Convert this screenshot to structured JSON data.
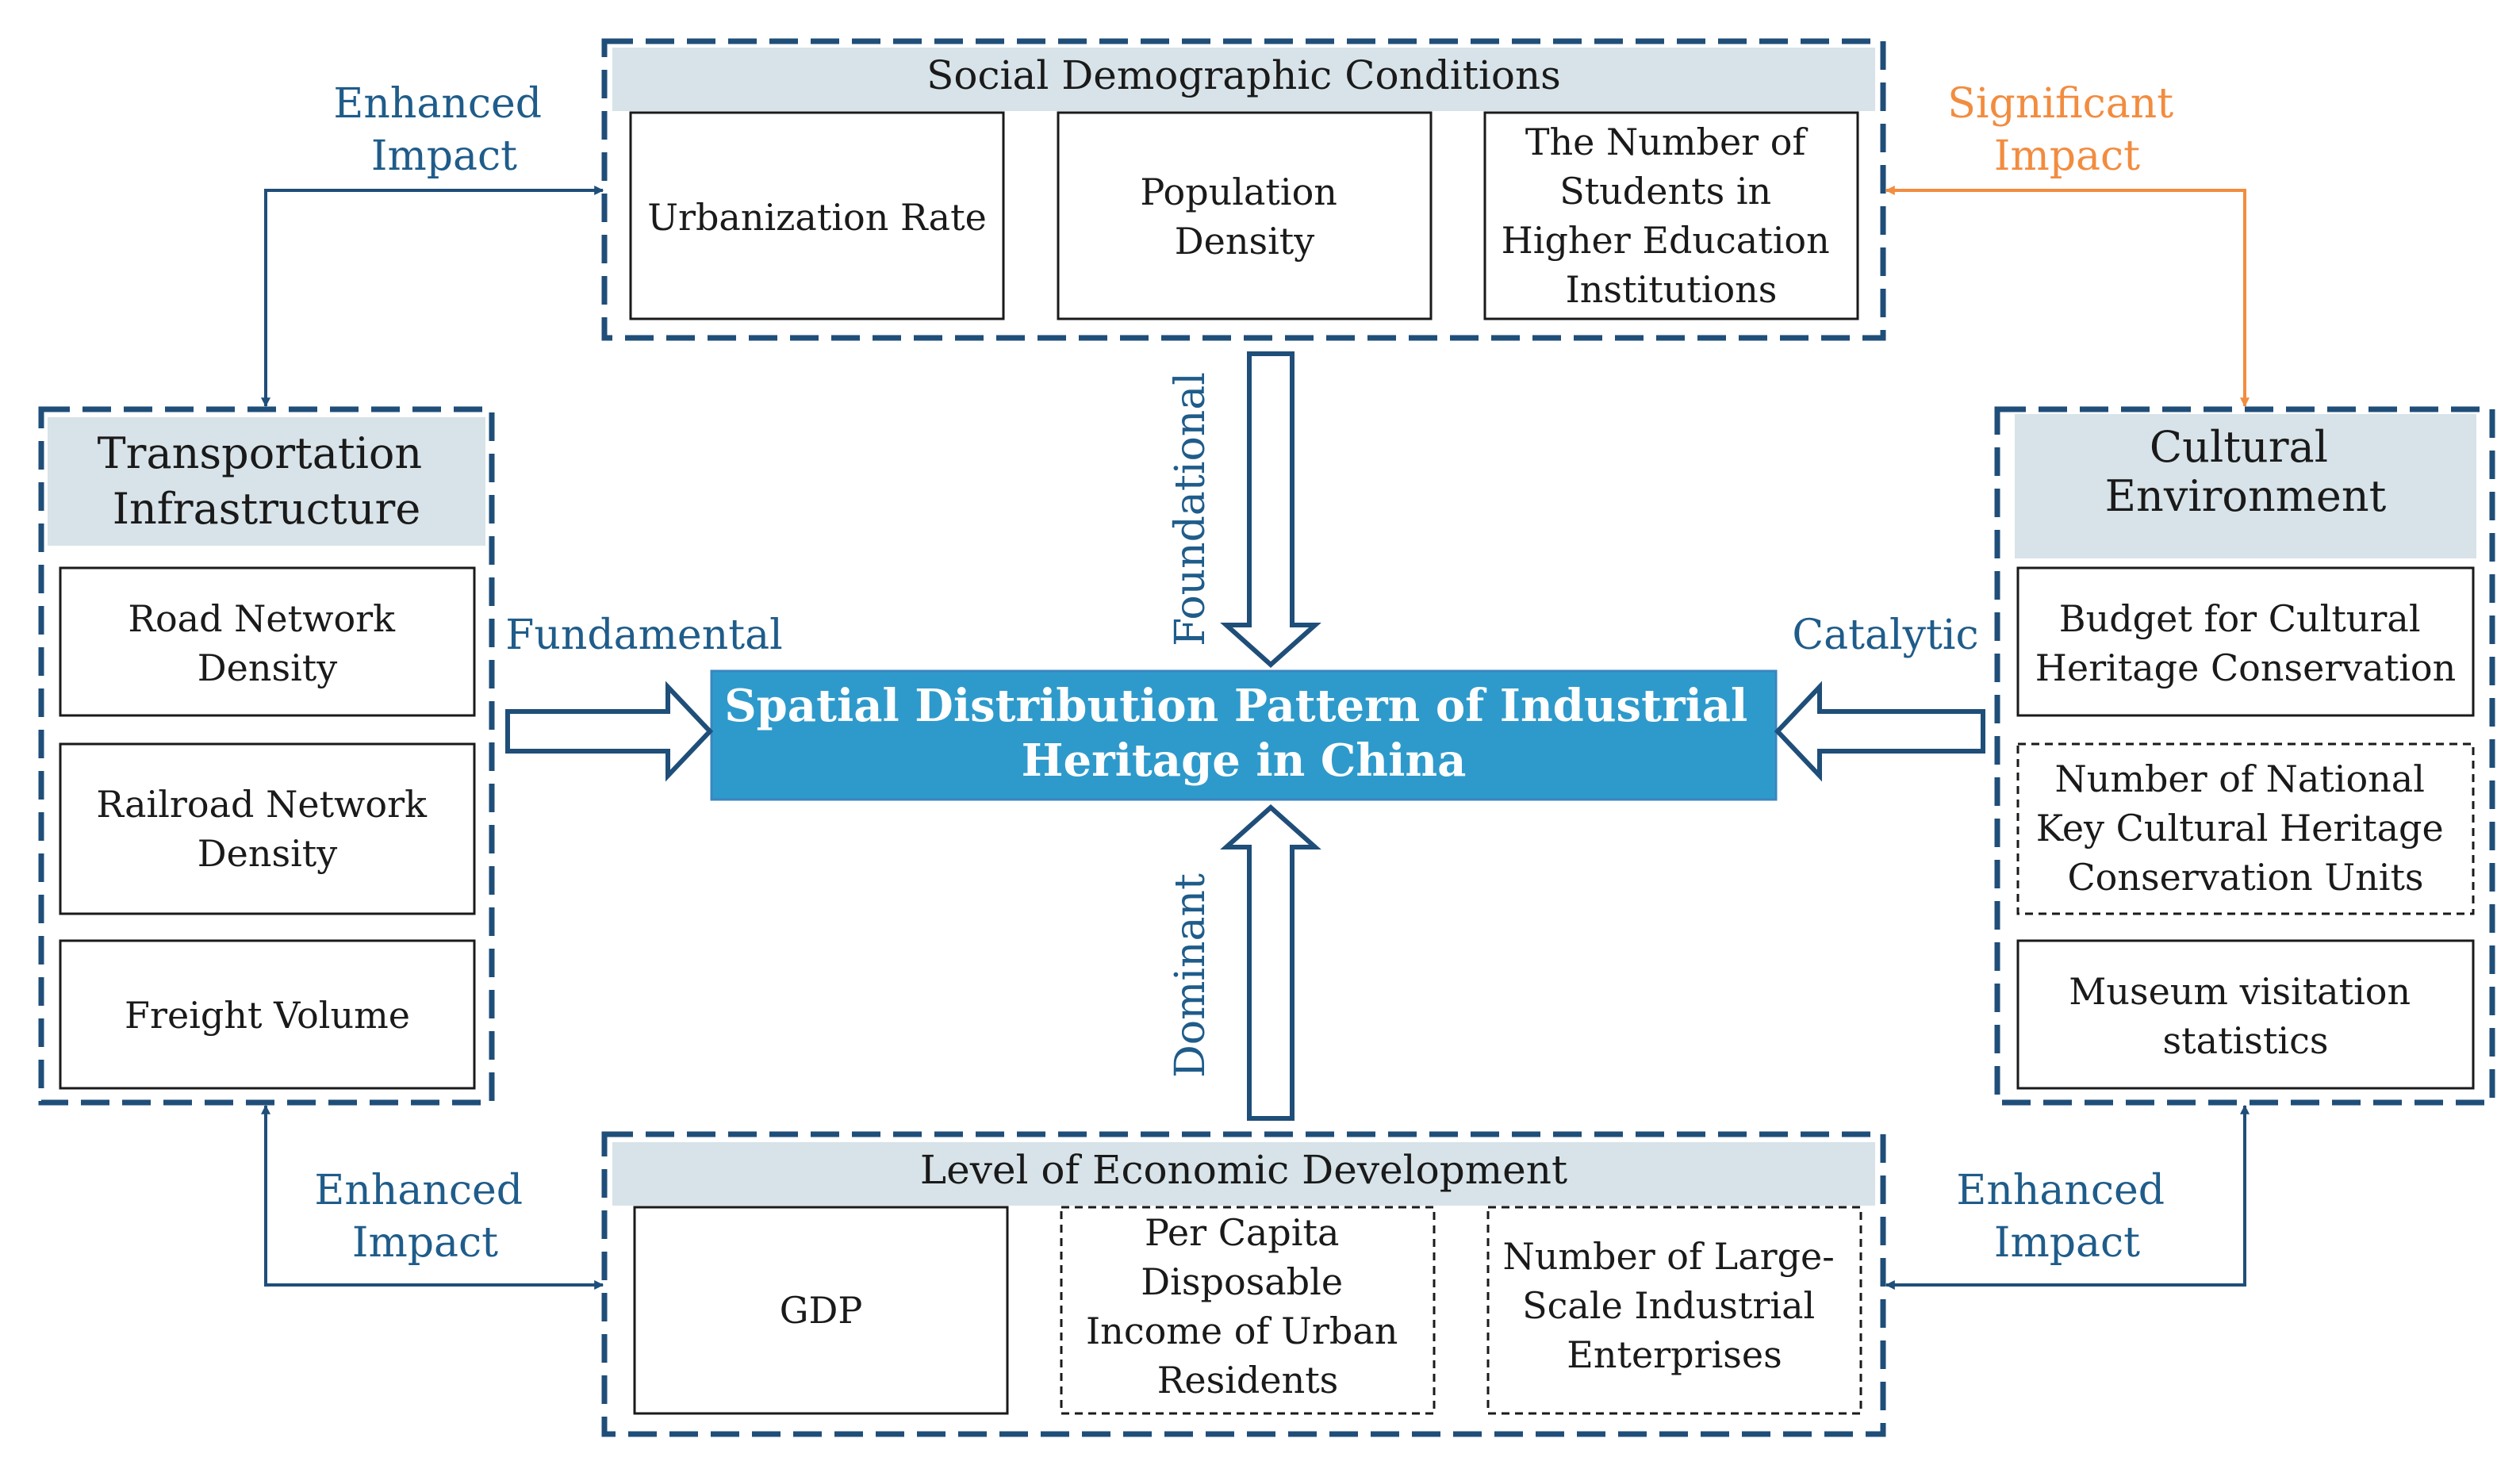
{
  "colors": {
    "group_border": "#1f4e79",
    "header_fill": "#d7e3e8",
    "center_fill": "#2e9acb",
    "center_text": "#ffffff",
    "arrow_blue": "#1f4e79",
    "arrow_orange": "#f28c3f",
    "label_blue": "#1f5c8a",
    "label_orange": "#f28c3f",
    "text": "#1a1a1a"
  },
  "center": {
    "title_line1": "Spatial Distribution Pattern of Industrial",
    "title_line2": "Heritage in China"
  },
  "groups": {
    "social": {
      "title": "Social Demographic Conditions",
      "items": [
        {
          "lines": [
            "Urbanization Rate"
          ],
          "dashed": false
        },
        {
          "lines": [
            "Population",
            "Density"
          ],
          "dashed": false
        },
        {
          "lines": [
            "The Number of",
            "Students in",
            "Higher Education",
            "Institutions"
          ],
          "dashed": false
        }
      ]
    },
    "transport": {
      "title_lines": [
        "Transportation",
        "Infrastructure"
      ],
      "items": [
        {
          "lines": [
            "Road Network",
            "Density"
          ],
          "dashed": false
        },
        {
          "lines": [
            "Railroad Network",
            "Density"
          ],
          "dashed": false
        },
        {
          "lines": [
            "Freight Volume"
          ],
          "dashed": false
        }
      ]
    },
    "cultural": {
      "title_lines": [
        "Cultural",
        "Environment"
      ],
      "items": [
        {
          "lines": [
            "Budget for Cultural",
            "Heritage Conservation"
          ],
          "dashed": false
        },
        {
          "lines": [
            "Number of National",
            "Key Cultural Heritage",
            "Conservation Units"
          ],
          "dashed": true
        },
        {
          "lines": [
            "Museum visitation",
            "statistics"
          ],
          "dashed": false
        }
      ]
    },
    "economic": {
      "title": "Level of Economic Development",
      "items": [
        {
          "lines": [
            "GDP"
          ],
          "dashed": false
        },
        {
          "lines": [
            "Per Capita",
            "Disposable",
            "Income of Urban",
            "Residents"
          ],
          "dashed": true
        },
        {
          "lines": [
            "Number of Large-",
            "Scale Industrial",
            "Enterprises"
          ],
          "dashed": true
        }
      ]
    }
  },
  "arrow_labels": {
    "foundational": "Foundational",
    "dominant": "Dominant",
    "fundamental": "Fundamental",
    "catalytic": "Catalytic"
  },
  "impact_labels": {
    "top_left": [
      "Enhanced",
      "Impact"
    ],
    "top_right": [
      "Significant",
      "Impact"
    ],
    "bottom_left": [
      "Enhanced",
      "Impact"
    ],
    "bottom_right": [
      "Enhanced",
      "Impact"
    ]
  }
}
